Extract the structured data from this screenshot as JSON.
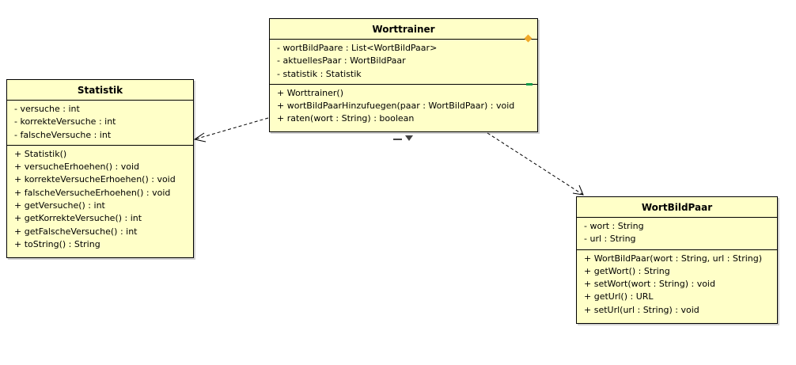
{
  "classes": {
    "statistik": {
      "name": "Statistik",
      "attributes": [
        "- versuche : int",
        "- korrekteVersuche : int",
        "- falscheVersuche : int"
      ],
      "operations": [
        "+ Statistik()",
        "+ versucheErhoehen() : void",
        "+ korrekteVersucheErhoehen() : void",
        "+ falscheVersucheErhoehen() : void",
        "+ getVersuche() : int",
        "+ getKorrekteVersuche() : int",
        "+ getFalscheVersuche() : int",
        "+ toString() : String"
      ]
    },
    "worttrainer": {
      "name": "Worttrainer",
      "attributes": [
        "- wortBildPaare : List<WortBildPaar>",
        "- aktuellesPaar : WortBildPaar",
        "- statistik : Statistik"
      ],
      "operations": [
        "+ Worttrainer()",
        "+ wortBildPaarHinzufuegen(paar : WortBildPaar) : void",
        "+ raten(wort : String) : boolean"
      ]
    },
    "wortbildpaar": {
      "name": "WortBildPaar",
      "attributes": [
        "- wort : String",
        "- url : String"
      ],
      "operations": [
        "+ WortBildPaar(wort : String, url : String)",
        "+ getWort() : String",
        "+ setWort(wort : String) : void",
        "+ getUrl() : URL",
        "+ setUrl(url : String) : void"
      ]
    }
  },
  "relations": [
    {
      "from": "worttrainer",
      "to": "statistik",
      "kind": "dependency"
    },
    {
      "from": "worttrainer",
      "to": "wortbildpaar",
      "kind": "dependency"
    }
  ],
  "colors": {
    "class_fill": "#ffffc8",
    "border": "#000000",
    "marker_green": "#139a4a",
    "marker_orange": "#f0a828"
  }
}
